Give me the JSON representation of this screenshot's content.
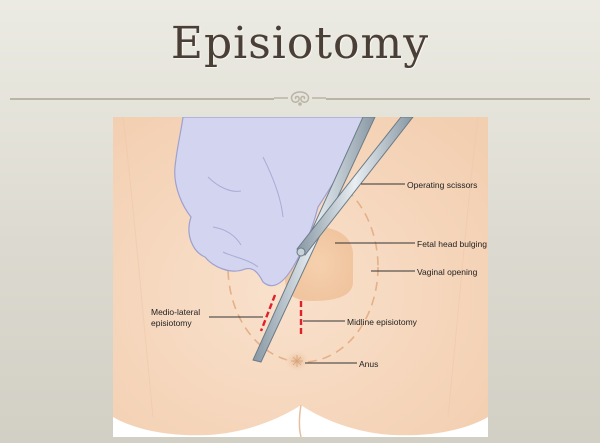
{
  "slide": {
    "title": "Episiotomy"
  },
  "labels": {
    "operating_scissors": "Operating scissors",
    "fetal_head_bulging": "Fetal head bulging",
    "vaginal_opening": "Vaginal opening",
    "medio_lateral_line1": "Medio-lateral",
    "medio_lateral_line2": "episiotomy",
    "midline_episiotomy": "Midline episiotomy",
    "anus": "Anus"
  },
  "colors": {
    "skin": "#f7dcc4",
    "glove": "#cfd0ef",
    "incision": "#e0202a",
    "scissors": "#a9b8c2"
  }
}
